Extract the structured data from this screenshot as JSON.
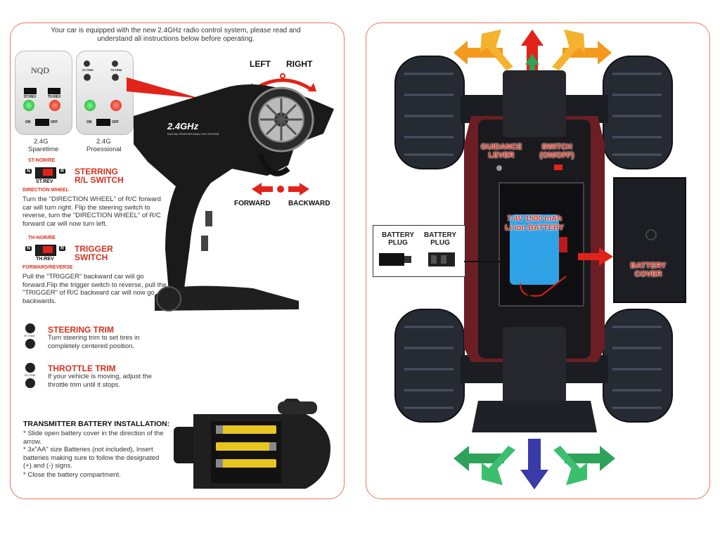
{
  "left": {
    "intro": "Your car is equipped with the new 2.4GHz radio control system, please read and understand all instructions below before operating.",
    "tx1": {
      "brand": "NQD",
      "switch_st": "ST.REV",
      "switch_th": "TH.REV",
      "on": "ON",
      "off": "OFF",
      "caption_line1": "2.4G",
      "caption_line2": "Sparetime"
    },
    "tx2": {
      "st_trim": "ST.TRIM",
      "th_trim": "TH.TRIM",
      "on": "ON",
      "off": "OFF",
      "caption_line1": "2.4G",
      "caption_line2": "Proessional"
    },
    "steering_dir": {
      "left": "LEFT",
      "right": "RIGHT"
    },
    "trigger_dir": {
      "forward": "FORWARD",
      "backward": "BACKWARD"
    },
    "transmitter_logo": "2.4GHz",
    "transmitter_sub": "DIGITAL PROPORTIONAL R/C SYSTEM",
    "st_switch": {
      "top": "ST-NOR/RE",
      "n": "N",
      "r": "R",
      "bottom": "ST.REV",
      "under": "DIRECTION WHEEL",
      "title1": "STERRING",
      "title2": "R/L SWITCH",
      "desc": "Turn the \"DIRECTION WHEEL\" of R/C forward car will turn right. Flip the steering switch to reverse, turn the \"DIRECTION WHEEL\" of R/C forward car will now turn left."
    },
    "th_switch": {
      "top": "TH-NOR/RE",
      "n": "N",
      "r": "R",
      "bottom": "TH.REV",
      "under": "FORWARD/REVERSE",
      "title1": "TRIGGER",
      "title2": "SWITCH",
      "desc": "Pull the \"TRIGGER\" backward car will go forward.Flip the trigger switch to reverse, pull the \"TRIGGER\" of R/C backward car will now go backwards."
    },
    "steering_trim": {
      "icon_label": "ST.TRIM",
      "title": "STEERING TRIM",
      "desc": "Turn steering trim to set tires in completely centered position."
    },
    "throttle_trim": {
      "icon_label": "TH.TRIM",
      "title": "THROTTLE TRIM",
      "desc": "If your vehicle is moving, adjust the throttle trim until it stops."
    },
    "battery_install": {
      "title": "TRANSMITTER BATTERY INSTALLATION:",
      "steps": [
        "* Slide open battery cover in the direction of the arrow.",
        "* 3x\"AA\" size Batteries (not included), Insert batteries making sure to follow the designated (+) and (-) signs.",
        "* Close the battery compartment."
      ]
    }
  },
  "right": {
    "guidance_lever": "GUIDANCE LEVER",
    "switch": "SWITCH (ON/OFF)",
    "battery_label_line1": "7.4V 1500 mAh",
    "battery_label_line2": "Li-ion BATTERY",
    "plug1": "BATTERY PLUG",
    "plug2": "BATTERY PLUG",
    "battery_cover": "BATTERY COVER"
  },
  "colors": {
    "accent_red": "#d4321e",
    "border": "#e8795a",
    "arrow_orange": "#f39a1e",
    "arrow_green": "#2fa25a",
    "arrow_blue": "#3a3aa8"
  }
}
